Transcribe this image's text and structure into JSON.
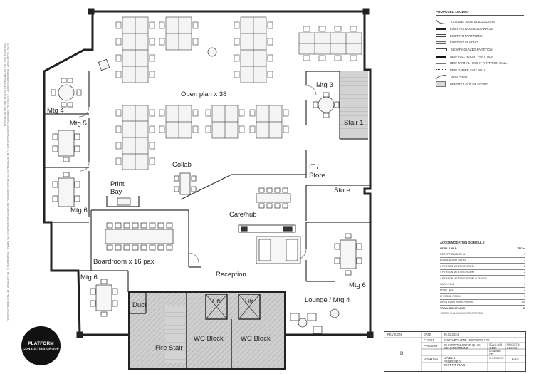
{
  "rooms": {
    "open_plan": "Open plan x 38",
    "mtg3": "Mtg 3",
    "mtg4": "Mtg 4",
    "mtg5": "Mtg 5",
    "mtg6_left": "Mtg 6",
    "stair1": "Stair 1",
    "collab": "Collab",
    "it_store_1": "IT /",
    "it_store_2": "Store",
    "store": "Store",
    "print_bay_1": "Print",
    "print_bay_2": "Bay",
    "cafe": "Cafe/hub",
    "boardroom": "Boardroom x 16 pax",
    "reception": "Reception",
    "mtg6_bottom": "Mtg 6",
    "mtg6_right": "Mtg 6",
    "lounge": "Lounge / Mtg 4",
    "duct": "Duct",
    "lift1": "Lift",
    "lift2": "Lift",
    "fire_stair": "Fire Stair",
    "wc1": "WC Block",
    "wc2": "WC Block"
  },
  "legend": {
    "title": "PROPOSED LEGEND",
    "items": [
      "EXISTING BASE BUILD DOORS",
      "EXISTING BASE BUILD WALLS",
      "EXISTING PARTITIONS",
      "EXISTING GLAZING",
      "NEW FH GLAZED PARTITION",
      "NEW FULL HEIGHT PARTITION",
      "NEW PARTIAL HEIGHT PARTITION WALL",
      "NEW TIMBER SLAT WALL",
      "NEW DOOR",
      "DENOTES OUT OF SCOPE"
    ]
  },
  "schedule": {
    "title": "ACCOMMODATION SCHEDULE",
    "header_left": "LEVEL 1 NLA:",
    "header_right": "TBCm²",
    "rows": [
      {
        "label": "RECEPTION/SIGN IN",
        "value": "1"
      },
      {
        "label": "BOARDROOM 16 PAX",
        "value": "1"
      },
      {
        "label": "6 PERSON MEETING ROOM",
        "value": "2"
      },
      {
        "label": "4 PERSON MEETING ROOM",
        "value": "2"
      },
      {
        "label": "4 PERSON MEETING ROOM / LOUNGE",
        "value": "1"
      },
      {
        "label": "CAFE / HUB",
        "value": "1"
      },
      {
        "label": "PRINT BAY",
        "value": "1"
      },
      {
        "label": "IT STORE ROOM",
        "value": "1"
      },
      {
        "label": "OPEN PLAN WORKPOINTS",
        "value": "38*"
      },
      {
        "label": "TOTAL OCCUPANCY",
        "value": "38"
      }
    ],
    "footnote": "*BASED ON 1400MM WORKSTATIONS"
  },
  "titleblock": {
    "revision_label": "REVISION",
    "date_label": "DATE",
    "date": "20.02.2024",
    "client_label": "CLIENT",
    "client": "SOUTHBOURNE HOLDINGS LTD",
    "project_label": "PROJECT",
    "project_1": "89 CUSTOMHOUSE QUAY,",
    "project_2": "WELLINGTON NZ",
    "scale_label": "SCALE @A1",
    "scale": "1:100",
    "projno_label": "PROJECT #",
    "projno": "240104",
    "drawing_label": "DRAWING",
    "drawing_1": "LEVEL 1",
    "drawing_2": "PROPOSED",
    "drawing_3": "TEST FIT PLAN",
    "drawn_label": "DRAWN BY",
    "drawn": "AR",
    "checked_label": "CHECKED BY",
    "sheet": "TF-01",
    "revision": "B"
  },
  "logo": {
    "line1": "PLATFORM",
    "line2": "CONSULTING GROUP"
  },
  "side_note": "DO NOT SCALE FROM THIS DRAWING. VERIFY & CHECK ALL DIMENSIONS. DISCREPANCIES ARE TO BE REPORTED TO THE PROJECT ARCHITECT BEFORE PROCEEDING WITH THE WORKS. THIS DRAWING IS THE COPYRIGHT OF PLATFORM CONSULTING GROUP AND MUST NOT BE REPRODUCED WITHOUT WRITTEN PERMISSION."
}
